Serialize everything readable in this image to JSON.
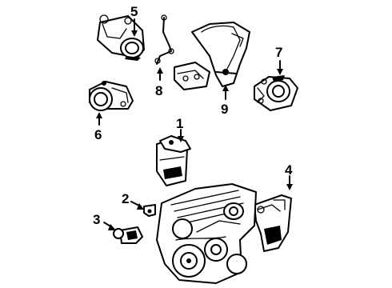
{
  "diagram": {
    "callouts": [
      {
        "id": "1",
        "label": "1"
      },
      {
        "id": "2",
        "label": "2"
      },
      {
        "id": "3",
        "label": "3"
      },
      {
        "id": "4",
        "label": "4"
      },
      {
        "id": "5",
        "label": "5"
      },
      {
        "id": "6",
        "label": "6"
      },
      {
        "id": "7",
        "label": "7"
      },
      {
        "id": "8",
        "label": "8"
      },
      {
        "id": "9",
        "label": "9"
      }
    ],
    "parts": [
      "upper-engine-mount",
      "mount-bracket-rod",
      "transmission-mount-bracket",
      "front-engine-mount",
      "rear-transmission-mount",
      "engine-bracket",
      "small-clip-bracket",
      "sensor-mount",
      "side-mount-bracket",
      "engine-block"
    ]
  }
}
